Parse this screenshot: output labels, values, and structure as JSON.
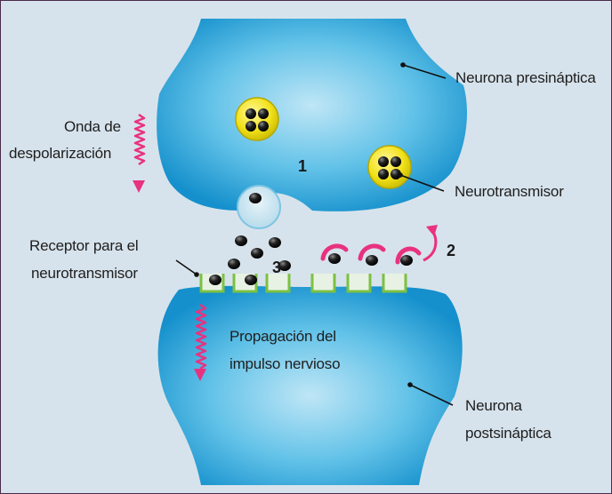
{
  "labels": {
    "presynaptic": "Neurona presináptica",
    "depolarization_line1": "Onda de",
    "depolarization_line2": "despolarización",
    "neurotransmitter": "Neurotransmisor",
    "receptor_line1": "Receptor para el",
    "receptor_line2": "neurotransmisor",
    "propagation_line1": "Propagación del",
    "propagation_line2": "impulso nervioso",
    "postsynaptic_line1": "Neurona",
    "postsynaptic_line2": "postsináptica"
  },
  "step_numbers": {
    "step1": "1",
    "step2": "2",
    "step3": "3"
  },
  "colors": {
    "background": "#d7e3ec",
    "neuron_blue": "#1a9fd6",
    "vesicle_yellow": "#f2e21a",
    "receptor_green": "#7cc142",
    "arrow_pink": "#e8327f",
    "molecule_dark": "#1a1a1a"
  }
}
